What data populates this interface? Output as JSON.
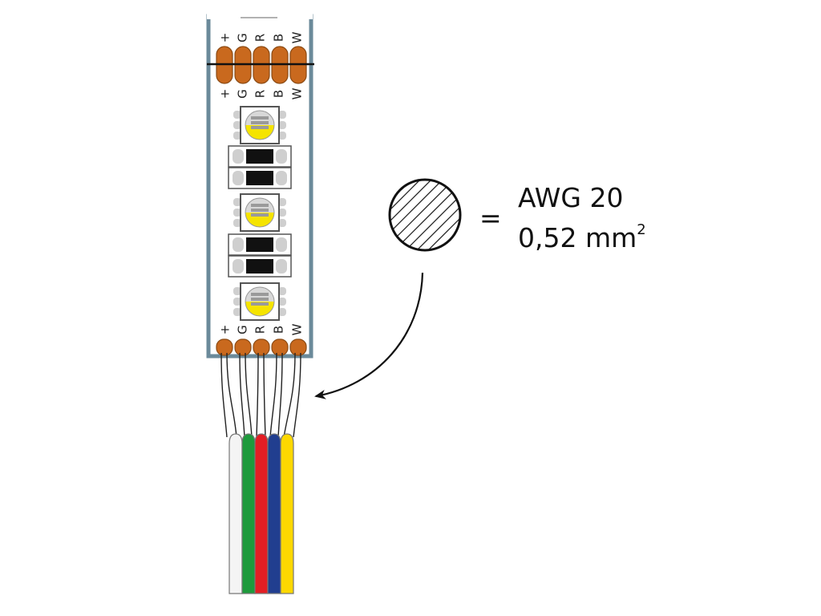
{
  "pin_labels": [
    "+",
    "G",
    "R",
    "B",
    "W"
  ],
  "spec": {
    "equals": "=",
    "gauge": "AWG 20",
    "area_value": "0,52 mm",
    "area_exponent": "2"
  },
  "colors": {
    "strip_border": "#6b8a9a",
    "pad": "#c9691e",
    "pad_outline": "#8a4a14",
    "led_yellow": "#f5e400",
    "wire_white": "#f4f4f4",
    "wire_green": "#1e9a3c",
    "wire_red": "#e31e24",
    "wire_blue": "#213e8f",
    "wire_yellow": "#fdd800"
  },
  "wires": [
    {
      "pin": "+",
      "color": "wire_white"
    },
    {
      "pin": "G",
      "color": "wire_green"
    },
    {
      "pin": "R",
      "color": "wire_red"
    },
    {
      "pin": "B",
      "color": "wire_blue"
    },
    {
      "pin": "W",
      "color": "wire_yellow"
    }
  ]
}
